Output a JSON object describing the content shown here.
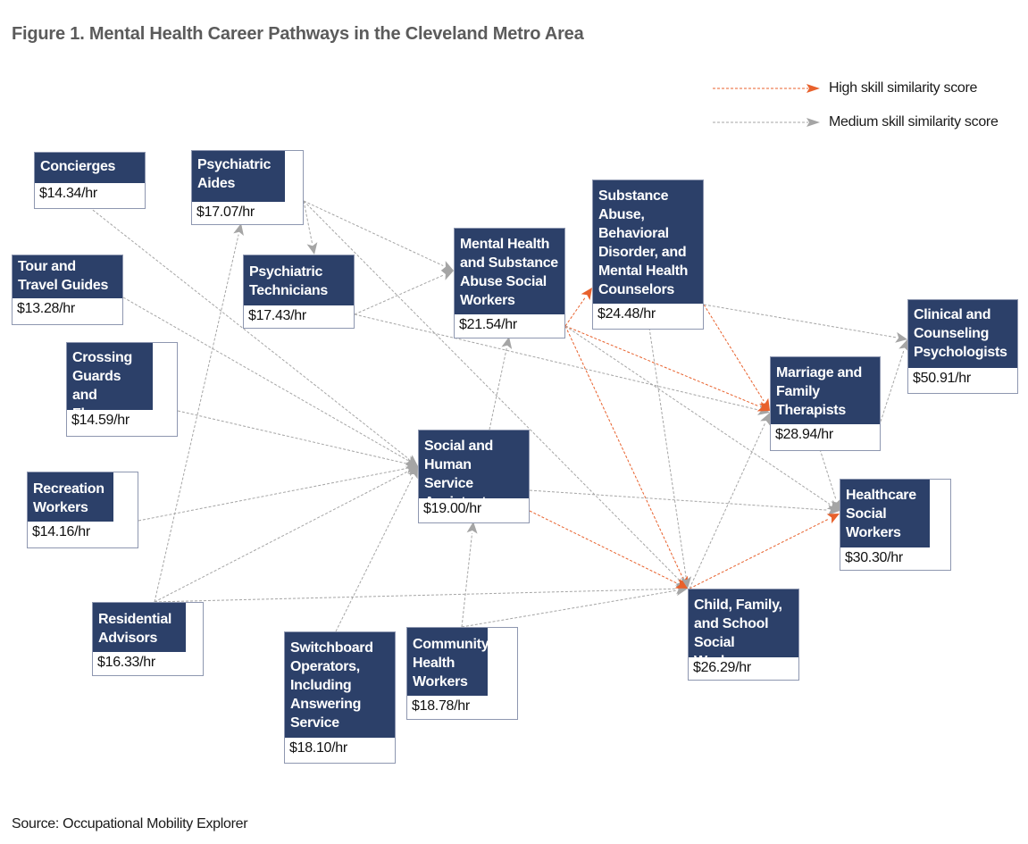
{
  "title": "Figure 1. Mental Health Career Pathways in the Cleveland Metro Area",
  "source": "Source: Occupational Mobility Explorer",
  "colors": {
    "node_header": "#2c4069",
    "high": "#e8612c",
    "medium": "#a5a5a5"
  },
  "legend": [
    {
      "key": "high",
      "label": "High skill similarity score"
    },
    {
      "key": "medium",
      "label": "Medium skill similarity score"
    }
  ],
  "nodes": [
    {
      "id": "concierges",
      "label": "Concierges",
      "wage": "$14.34/hr"
    },
    {
      "id": "psych_aides",
      "label": "Psychiatric Aides",
      "wage": "$17.07/hr"
    },
    {
      "id": "tour_guides",
      "label": "Tour and Travel Guides",
      "wage": "$13.28/hr"
    },
    {
      "id": "psych_techs",
      "label": "Psychiatric Technicians",
      "wage": "$17.43/hr"
    },
    {
      "id": "mhsa_sw",
      "label": "Mental Health and Substance Abuse Social Workers",
      "wage": "$21.54/hr"
    },
    {
      "id": "sa_counselors",
      "label": "Substance Abuse, Behavioral Disorder, and Mental Health Counselors",
      "wage": "$24.48/hr"
    },
    {
      "id": "psychologists",
      "label": "Clinical and Counseling Psychologists",
      "wage": "$50.91/hr"
    },
    {
      "id": "crossing_guards",
      "label": "Crossing Guards and Flaggers",
      "wage": "$14.59/hr"
    },
    {
      "id": "mft",
      "label": "Marriage and Family Therapists",
      "wage": "$28.94/hr"
    },
    {
      "id": "shsa",
      "label": "Social and Human Service Assistants",
      "wage": "$19.00/hr"
    },
    {
      "id": "recreation",
      "label": "Recreation Workers",
      "wage": "$14.16/hr"
    },
    {
      "id": "healthcare_sw",
      "label": "Healthcare Social Workers",
      "wage": "$30.30/hr"
    },
    {
      "id": "residential",
      "label": "Residential Advisors",
      "wage": "$16.33/hr"
    },
    {
      "id": "cfs_sw",
      "label": "Child, Family, and School Social Workers",
      "wage": "$26.29/hr"
    },
    {
      "id": "switchboard",
      "label": "Switchboard Operators, Including Answering Service",
      "wage": "$18.10/hr"
    },
    {
      "id": "chw",
      "label": "Community Health Workers",
      "wage": "$18.78/hr"
    }
  ],
  "edges": [
    {
      "from": "concierges",
      "to": "shsa",
      "score": "medium"
    },
    {
      "from": "tour_guides",
      "to": "shsa",
      "score": "medium"
    },
    {
      "from": "crossing_guards",
      "to": "shsa",
      "score": "medium"
    },
    {
      "from": "recreation",
      "to": "shsa",
      "score": "medium"
    },
    {
      "from": "residential",
      "to": "shsa",
      "score": "medium"
    },
    {
      "from": "switchboard",
      "to": "shsa",
      "score": "medium"
    },
    {
      "from": "residential",
      "to": "psych_aides",
      "score": "medium"
    },
    {
      "from": "residential",
      "to": "cfs_sw",
      "score": "medium"
    },
    {
      "from": "psych_aides",
      "to": "psych_techs",
      "score": "medium"
    },
    {
      "from": "psych_aides",
      "to": "mhsa_sw",
      "score": "medium"
    },
    {
      "from": "psych_aides",
      "to": "cfs_sw",
      "score": "medium"
    },
    {
      "from": "psych_techs",
      "to": "mhsa_sw",
      "score": "medium"
    },
    {
      "from": "psych_techs",
      "to": "mft",
      "score": "medium"
    },
    {
      "from": "shsa",
      "to": "mhsa_sw",
      "score": "medium"
    },
    {
      "from": "chw",
      "to": "shsa",
      "score": "medium"
    },
    {
      "from": "chw",
      "to": "cfs_sw",
      "score": "medium"
    },
    {
      "from": "mhsa_sw",
      "to": "sa_counselors",
      "score": "high"
    },
    {
      "from": "mhsa_sw",
      "to": "mft",
      "score": "high"
    },
    {
      "from": "mhsa_sw",
      "to": "cfs_sw",
      "score": "high"
    },
    {
      "from": "mhsa_sw",
      "to": "healthcare_sw",
      "score": "medium"
    },
    {
      "from": "sa_counselors",
      "to": "mft",
      "score": "high"
    },
    {
      "from": "sa_counselors",
      "to": "psychologists",
      "score": "medium"
    },
    {
      "from": "sa_counselors",
      "to": "cfs_sw",
      "score": "medium"
    },
    {
      "from": "shsa",
      "to": "cfs_sw",
      "score": "high"
    },
    {
      "from": "shsa",
      "to": "healthcare_sw",
      "score": "medium"
    },
    {
      "from": "cfs_sw",
      "to": "healthcare_sw",
      "score": "high"
    },
    {
      "from": "cfs_sw",
      "to": "mft",
      "score": "medium"
    },
    {
      "from": "mft",
      "to": "psychologists",
      "score": "medium"
    },
    {
      "from": "mft",
      "to": "healthcare_sw",
      "score": "medium"
    }
  ]
}
